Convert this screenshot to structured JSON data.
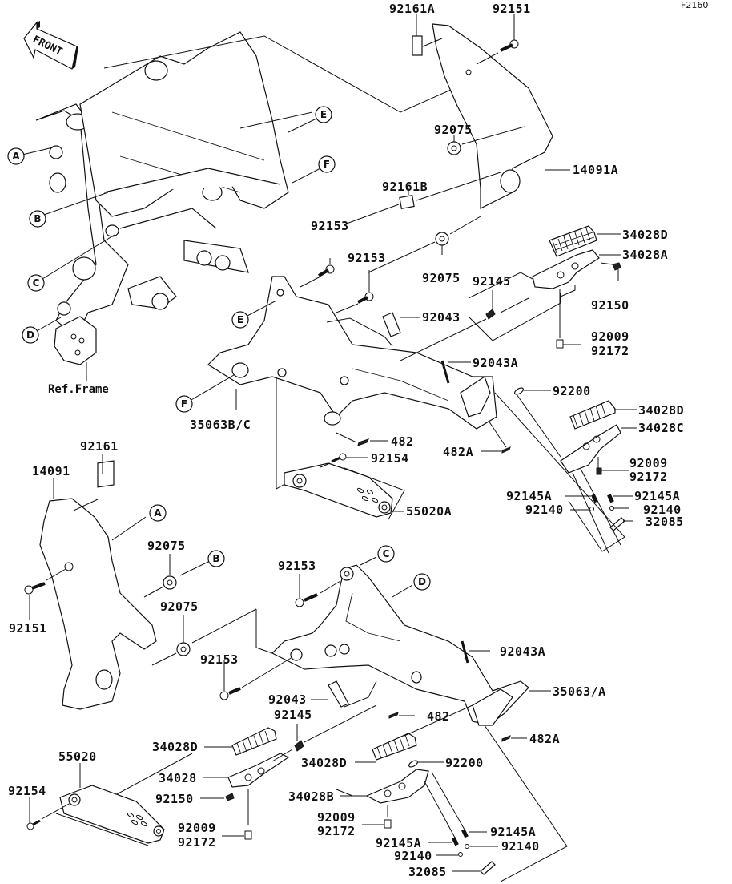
{
  "figure_code": "F2160",
  "direction_indicator": "FRONT",
  "reference_frame_label": "Ref.Frame",
  "callouts": [
    "A",
    "B",
    "C",
    "D",
    "E",
    "F"
  ],
  "parts": [
    {
      "id": "92161A",
      "label": "92161A"
    },
    {
      "id": "92151_top",
      "label": "92151"
    },
    {
      "id": "92075_top",
      "label": "92075"
    },
    {
      "id": "14091A",
      "label": "14091A"
    },
    {
      "id": "92161B",
      "label": "92161B"
    },
    {
      "id": "92153_a",
      "label": "92153"
    },
    {
      "id": "92153_b",
      "label": "92153"
    },
    {
      "id": "92075_mid",
      "label": "92075"
    },
    {
      "id": "92145_top",
      "label": "92145"
    },
    {
      "id": "34028D_1",
      "label": "34028D"
    },
    {
      "id": "34028A",
      "label": "34028A"
    },
    {
      "id": "92150_top",
      "label": "92150"
    },
    {
      "id": "92043_top",
      "label": "92043"
    },
    {
      "id": "92009_1",
      "label": "92009"
    },
    {
      "id": "92172_1",
      "label": "92172"
    },
    {
      "id": "92043A_top",
      "label": "92043A"
    },
    {
      "id": "92200_top",
      "label": "92200"
    },
    {
      "id": "35063BC",
      "label": "35063B/C"
    },
    {
      "id": "34028D_2",
      "label": "34028D"
    },
    {
      "id": "34028C",
      "label": "34028C"
    },
    {
      "id": "482_top",
      "label": "482"
    },
    {
      "id": "482A_top",
      "label": "482A"
    },
    {
      "id": "92154_top",
      "label": "92154"
    },
    {
      "id": "92009_2",
      "label": "92009"
    },
    {
      "id": "92172_2",
      "label": "92172"
    },
    {
      "id": "92145A_1",
      "label": "92145A"
    },
    {
      "id": "92145A_2",
      "label": "92145A"
    },
    {
      "id": "92140_1",
      "label": "92140"
    },
    {
      "id": "92140_2",
      "label": "92140"
    },
    {
      "id": "32085_top",
      "label": "32085"
    },
    {
      "id": "55020A",
      "label": "55020A"
    },
    {
      "id": "92161",
      "label": "92161"
    },
    {
      "id": "14091",
      "label": "14091"
    },
    {
      "id": "92075_l1",
      "label": "92075"
    },
    {
      "id": "92151_l",
      "label": "92151"
    },
    {
      "id": "92075_l2",
      "label": "92075"
    },
    {
      "id": "92153_c",
      "label": "92153"
    },
    {
      "id": "92153_d",
      "label": "92153"
    },
    {
      "id": "92043A_bot",
      "label": "92043A"
    },
    {
      "id": "35063A",
      "label": "35063/A"
    },
    {
      "id": "92043_bot",
      "label": "92043"
    },
    {
      "id": "92145_bot",
      "label": "92145"
    },
    {
      "id": "482_bot",
      "label": "482"
    },
    {
      "id": "482A_bot",
      "label": "482A"
    },
    {
      "id": "34028D_3",
      "label": "34028D"
    },
    {
      "id": "55020",
      "label": "55020"
    },
    {
      "id": "34028",
      "label": "34028"
    },
    {
      "id": "92154_bot",
      "label": "92154"
    },
    {
      "id": "92150_bot",
      "label": "92150"
    },
    {
      "id": "92009_3",
      "label": "92009"
    },
    {
      "id": "92172_3",
      "label": "92172"
    },
    {
      "id": "34028D_4",
      "label": "34028D"
    },
    {
      "id": "92200_bot",
      "label": "92200"
    },
    {
      "id": "34028B",
      "label": "34028B"
    },
    {
      "id": "92009_4",
      "label": "92009"
    },
    {
      "id": "92172_4",
      "label": "92172"
    },
    {
      "id": "92145A_3",
      "label": "92145A"
    },
    {
      "id": "92145A_4",
      "label": "92145A"
    },
    {
      "id": "92140_3",
      "label": "92140"
    },
    {
      "id": "92140_4",
      "label": "92140"
    },
    {
      "id": "32085_bot",
      "label": "32085"
    }
  ]
}
